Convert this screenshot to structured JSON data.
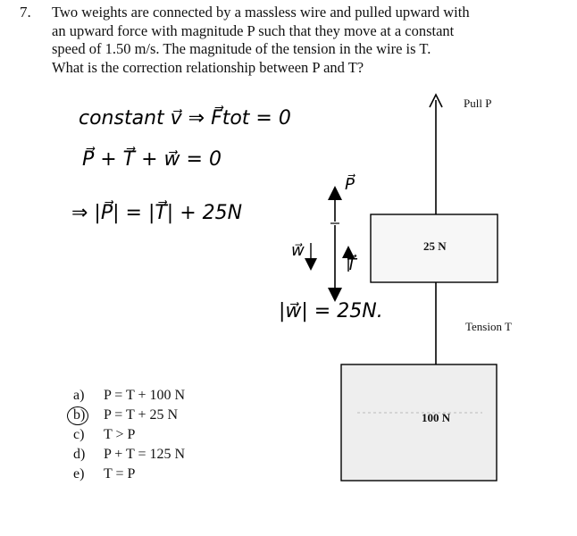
{
  "question": {
    "number": "7.",
    "lines": [
      "Two weights are connected by a massless wire and pulled upward with",
      "an upward force with magnitude P such that they move at a constant",
      "speed of 1.50 m/s. The magnitude of the tension in the wire is T.",
      "What is the correction relationship between P and T?"
    ]
  },
  "handwriting": {
    "line1": "constant v⃗ ⇒ F⃗tot = 0",
    "line2": "P⃗ + T⃗ + w⃗ = 0",
    "line3": "⇒ |P⃗| = |T⃗| + 25N",
    "weight_eq": "|w⃗| = 25N.",
    "fbd_p": "P⃗",
    "fbd_w": "w⃗",
    "fbd_t": "T⃗"
  },
  "diagram": {
    "pull_label": "Pull P",
    "tension_label": "Tension T",
    "upper_weight": "25 N",
    "lower_weight": "100 N"
  },
  "choices": [
    {
      "letter": "a)",
      "text": "P = T + 100 N",
      "circled": false
    },
    {
      "letter": "b)",
      "text": "P = T + 25 N",
      "circled": true
    },
    {
      "letter": "c)",
      "text": "T > P",
      "circled": false
    },
    {
      "letter": "d)",
      "text": "P + T = 125 N",
      "circled": false
    },
    {
      "letter": "e)",
      "text": "T = P",
      "circled": false
    }
  ]
}
